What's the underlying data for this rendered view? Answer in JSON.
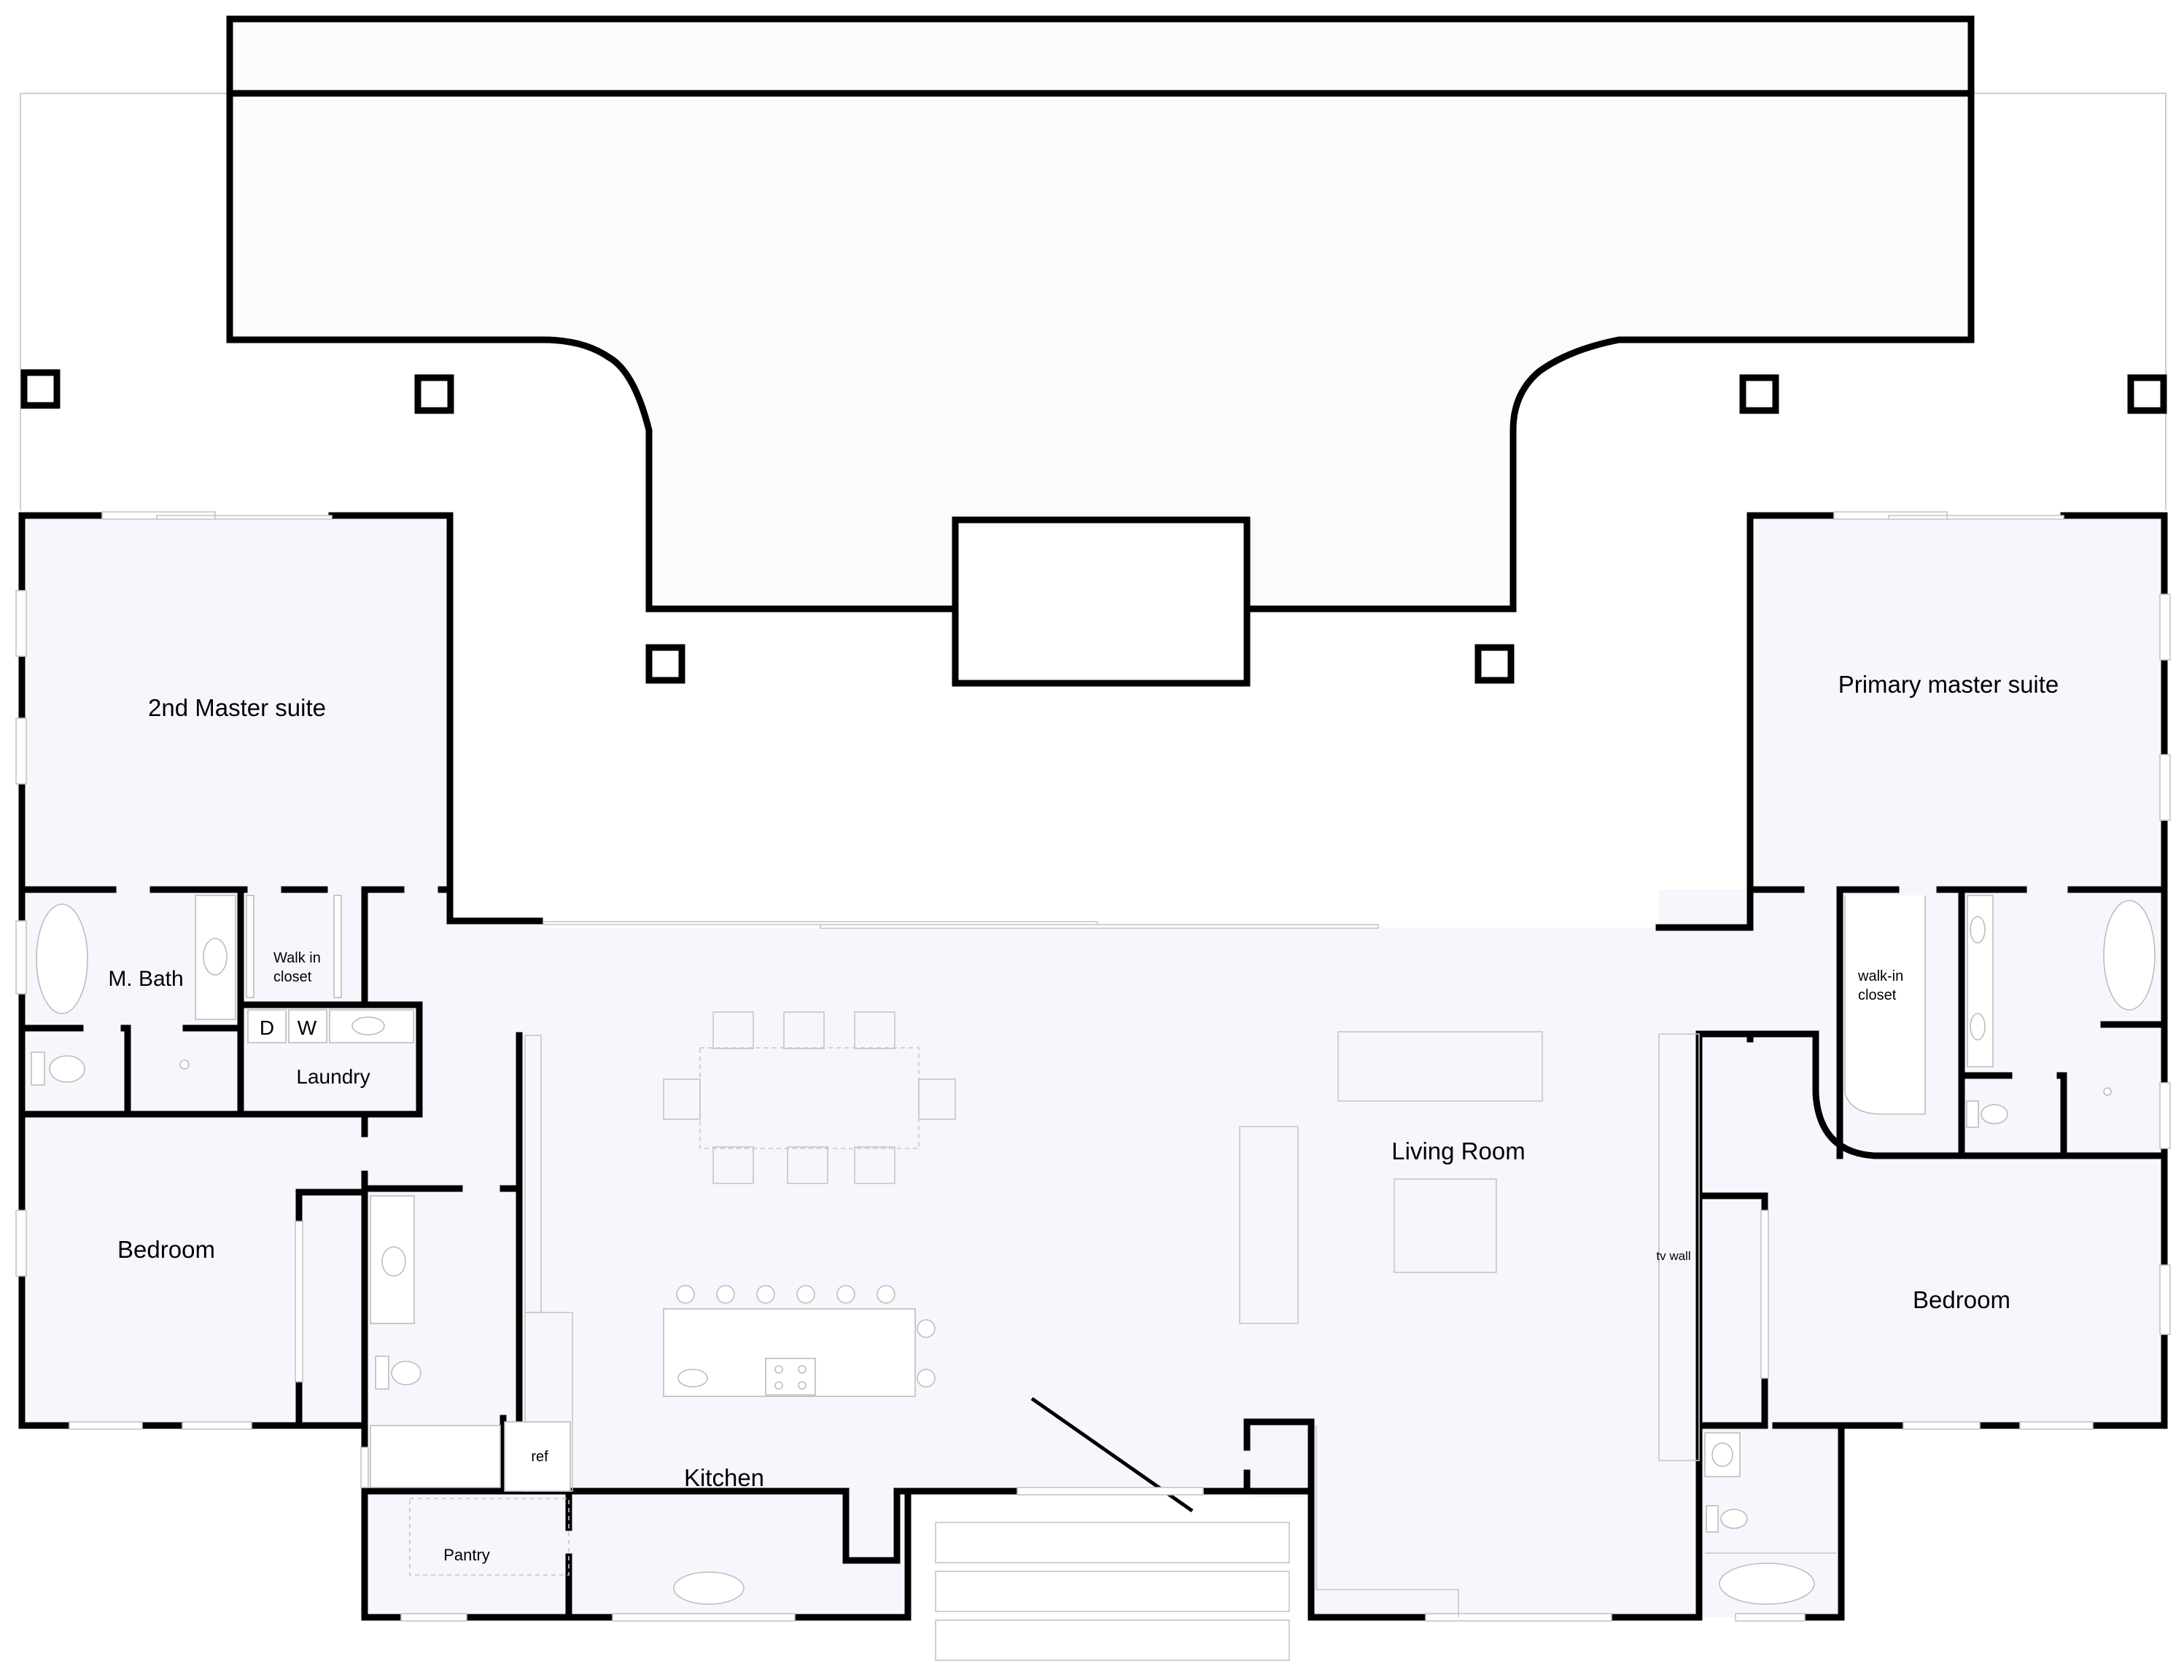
{
  "rooms": {
    "second_master_suite": "2nd Master suite",
    "primary_master_suite": "Primary master suite",
    "m_bath": "M. Bath",
    "walk_in_closet_left": "Walk in\ncloset",
    "walk_in_closet_right": "walk-in\ncloset",
    "dryer": "D",
    "washer": "W",
    "laundry": "Laundry",
    "bedroom_left": "Bedroom",
    "bedroom_right": "Bedroom",
    "living_room": "Living Room",
    "tv_wall": "tv wall",
    "kitchen": "Kitchen",
    "ref": "ref",
    "pantry": "Pantry"
  },
  "colors": {
    "interior_fill": "#f6f7fd",
    "wall": "#000000",
    "fixture_line": "#bdbdbd"
  }
}
